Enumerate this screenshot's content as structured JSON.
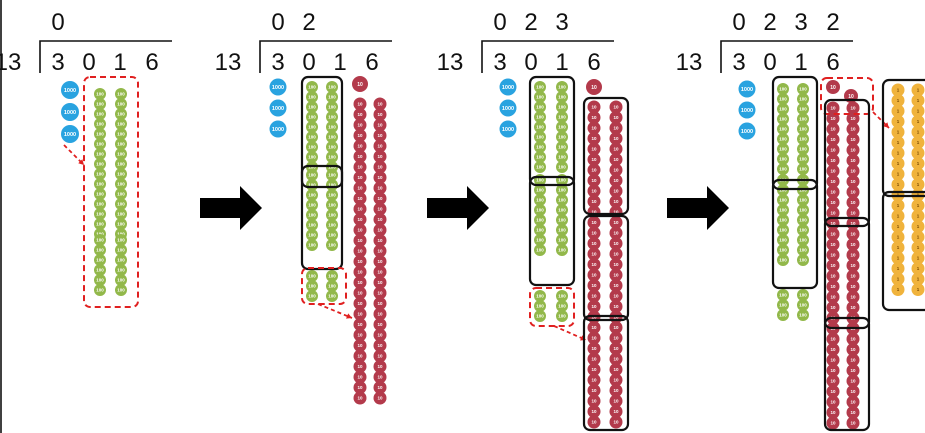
{
  "divisor": "13",
  "dividend_digits": [
    "3",
    "0",
    "1",
    "6"
  ],
  "chip_labels": {
    "thousand": "1000",
    "hundred": "100",
    "ten": "10",
    "one": "1"
  },
  "colors": {
    "thousand": "#29a3e0",
    "hundred": "#92b84a",
    "ten": "#b33a4b",
    "one": "#f0b33c",
    "highlight_dashed": "#e02020",
    "group_box": "#111111",
    "arrow": "#000000"
  },
  "steps": [
    {
      "quotient": [
        "0"
      ]
    },
    {
      "quotient": [
        "0",
        "2"
      ]
    },
    {
      "quotient": [
        "0",
        "2",
        "3"
      ]
    },
    {
      "quotient": [
        "0",
        "2",
        "3",
        "2"
      ]
    }
  ],
  "arrow_icon": "right-arrow-icon"
}
